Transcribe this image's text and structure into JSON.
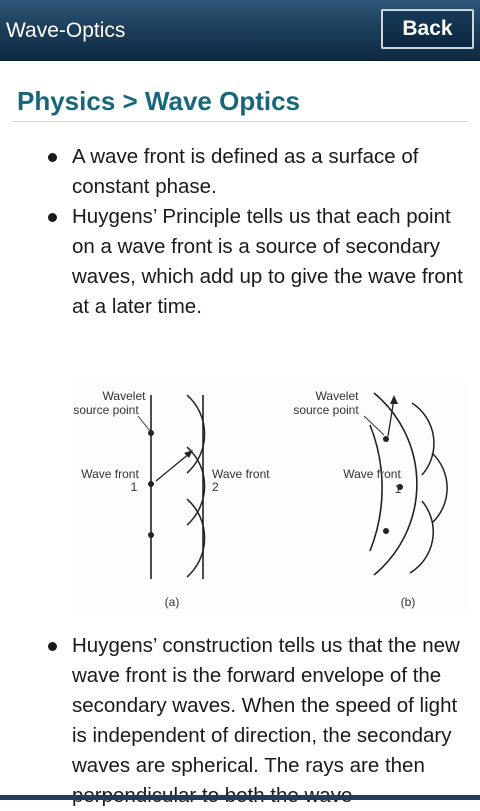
{
  "header": {
    "title": "Wave-Optics",
    "back_label": "Back"
  },
  "breadcrumb": "Physics > Wave Optics",
  "bullets_top": [
    "A wave front is defined as a surface of constant phase.",
    "Huygens’ Principle tells us that each point on a wave front is a source of secondary waves, which add up to give the wave front at a later time."
  ],
  "figure": {
    "a": {
      "wavelet_label_1": "Wavelet",
      "wavelet_label_2": "source point",
      "wave_front_1_label": "Wave front",
      "wave_front_1_num": "1",
      "wave_front_2_label": "Wave front",
      "wave_front_2_num": "2",
      "caption": "(a)"
    },
    "b": {
      "wavelet_label_1": "Wavelet",
      "wavelet_label_2": "source point",
      "wave_front_label": "Wave front",
      "wave_front_num": "1",
      "caption": "(b)"
    }
  },
  "bullets_bottom": [
    "Huygens’ construction tells us that the new wave front is the forward envelope of the secondary waves. When the speed of light is independent of direction, the secondary waves are spherical. The rays are then perpendicular to both the wave"
  ]
}
